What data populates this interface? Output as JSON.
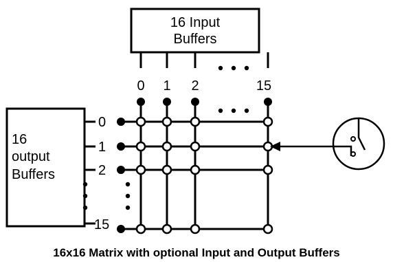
{
  "input_buffers": {
    "line1": "16 Input",
    "line2": "Buffers"
  },
  "output_buffers": {
    "line1": "16",
    "line2": "output",
    "line3": "Buffers"
  },
  "column_labels": [
    "0",
    "1",
    "2",
    "15"
  ],
  "row_labels": [
    "0",
    "1",
    "2",
    "15"
  ],
  "caption": "16x16 Matrix with optional Input and Output Buffers"
}
